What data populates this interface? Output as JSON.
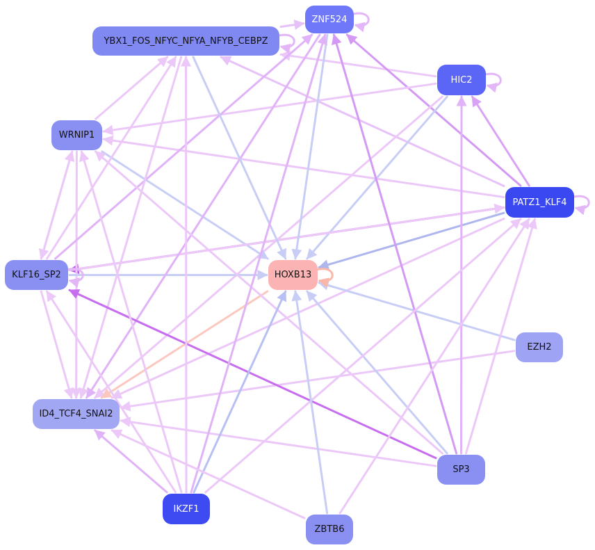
{
  "nodes": [
    {
      "id": "ZNF524",
      "label": "ZNF524",
      "color": "#6e78f8",
      "text_color": "#ffffff"
    },
    {
      "id": "YBX1",
      "label": "YBX1_FOS_NFYC_NFYA_NFYB_CEBPZ",
      "color": "#8088f2",
      "text_color": "#111111"
    },
    {
      "id": "HIC2",
      "label": "HIC2",
      "color": "#5c66f6",
      "text_color": "#ffffff"
    },
    {
      "id": "WRNIP1",
      "label": "WRNIP1",
      "color": "#8a90f2",
      "text_color": "#111111"
    },
    {
      "id": "PATZ1_KLF4",
      "label": "PATZ1_KLF4",
      "color": "#3a48f2",
      "text_color": "#ffffff"
    },
    {
      "id": "KLF16_SP2",
      "label": "KLF16_SP2",
      "color": "#8a90f2",
      "text_color": "#111111"
    },
    {
      "id": "HOXB13",
      "label": "HOXB13",
      "color": "#fbb3b3",
      "text_color": "#111111"
    },
    {
      "id": "EZH2",
      "label": "EZH2",
      "color": "#9ea3f4",
      "text_color": "#111111"
    },
    {
      "id": "ID4",
      "label": "ID4_TCF4_SNAI2",
      "color": "#a2a7f4",
      "text_color": "#111111"
    },
    {
      "id": "SP3",
      "label": "SP3",
      "color": "#8a90f2",
      "text_color": "#111111"
    },
    {
      "id": "IKZF1",
      "label": "IKZF1",
      "color": "#3e4af2",
      "text_color": "#ffffff"
    },
    {
      "id": "ZBTB6",
      "label": "ZBTB6",
      "color": "#8a90f2",
      "text_color": "#111111"
    }
  ],
  "edges": [
    {
      "from": "YBX1",
      "to": "ZNF524",
      "color": "#e7c2f8"
    },
    {
      "from": "HIC2",
      "to": "YBX1",
      "color": "#ecc8f8"
    },
    {
      "from": "PATZ1_KLF4",
      "to": "YBX1",
      "color": "#e7c2f8"
    },
    {
      "from": "PATZ1_KLF4",
      "to": "ZNF524",
      "color": "#d399f4"
    },
    {
      "from": "PATZ1_KLF4",
      "to": "HIC2",
      "color": "#d9a2f6"
    },
    {
      "from": "PATZ1_KLF4",
      "to": "WRNIP1",
      "color": "#ecc8f8"
    },
    {
      "from": "PATZ1_KLF4",
      "to": "KLF16_SP2",
      "color": "#c057ee"
    },
    {
      "from": "PATZ1_KLF4",
      "to": "HOXB13",
      "color": "#aeb6ee"
    },
    {
      "from": "PATZ1_KLF4",
      "to": "ID4",
      "color": "#ecc8f8"
    },
    {
      "from": "HIC2",
      "to": "WRNIP1",
      "color": "#ecc8f8"
    },
    {
      "from": "HIC2",
      "to": "HOXB13",
      "color": "#c7cdf5"
    },
    {
      "from": "HIC2",
      "to": "ID4",
      "color": "#ecc8f8"
    },
    {
      "from": "WRNIP1",
      "to": "HOXB13",
      "color": "#c7cdf5"
    },
    {
      "from": "WRNIP1",
      "to": "ID4",
      "color": "#ecc8f8"
    },
    {
      "from": "WRNIP1",
      "to": "KLF16_SP2",
      "color": "#ecc8f8"
    },
    {
      "from": "WRNIP1",
      "to": "YBX1",
      "color": "#ecc8f8"
    },
    {
      "from": "KLF16_SP2",
      "to": "HOXB13",
      "color": "#c7cdf5"
    },
    {
      "from": "KLF16_SP2",
      "to": "ZNF524",
      "color": "#e0b2f8"
    },
    {
      "from": "KLF16_SP2",
      "to": "YBX1",
      "color": "#ecc8f8"
    },
    {
      "from": "KLF16_SP2",
      "to": "WRNIP1",
      "color": "#ecc8f8"
    },
    {
      "from": "KLF16_SP2",
      "to": "ID4",
      "color": "#ecc8f8"
    },
    {
      "from": "KLF16_SP2",
      "to": "PATZ1_KLF4",
      "color": "#ecc8f8"
    },
    {
      "from": "ZNF524",
      "to": "HOXB13",
      "color": "#c7cdf5"
    },
    {
      "from": "ZNF524",
      "to": "ID4",
      "color": "#e0b2f8"
    },
    {
      "from": "YBX1",
      "to": "HOXB13",
      "color": "#c7cdf5"
    },
    {
      "from": "YBX1",
      "to": "ID4",
      "color": "#ecc8f8"
    },
    {
      "from": "HOXB13",
      "to": "ID4",
      "color": "#fbc8c0"
    },
    {
      "from": "EZH2",
      "to": "HOXB13",
      "color": "#c7cdf5"
    },
    {
      "from": "EZH2",
      "to": "ID4",
      "color": "#ecc8f8"
    },
    {
      "from": "SP3",
      "to": "HOXB13",
      "color": "#c7cdf5"
    },
    {
      "from": "SP3",
      "to": "KLF16_SP2",
      "color": "#c76df0"
    },
    {
      "from": "SP3",
      "to": "ZNF524",
      "color": "#d399f4"
    },
    {
      "from": "SP3",
      "to": "HIC2",
      "color": "#e0b2f8"
    },
    {
      "from": "SP3",
      "to": "PATZ1_KLF4",
      "color": "#ecc8f8"
    },
    {
      "from": "SP3",
      "to": "ID4",
      "color": "#ecc8f8"
    },
    {
      "from": "SP3",
      "to": "WRNIP1",
      "color": "#ecc8f8"
    },
    {
      "from": "IKZF1",
      "to": "HOXB13",
      "color": "#b7bff3"
    },
    {
      "from": "IKZF1",
      "to": "ZNF524",
      "color": "#e0b2f8"
    },
    {
      "from": "IKZF1",
      "to": "ID4",
      "color": "#e0b2f8"
    },
    {
      "from": "IKZF1",
      "to": "YBX1",
      "color": "#ecc8f8"
    },
    {
      "from": "IKZF1",
      "to": "WRNIP1",
      "color": "#ecc8f8"
    },
    {
      "from": "IKZF1",
      "to": "KLF16_SP2",
      "color": "#ecc8f8"
    },
    {
      "from": "IKZF1",
      "to": "PATZ1_KLF4",
      "color": "#ecc8f8"
    },
    {
      "from": "ZBTB6",
      "to": "HOXB13",
      "color": "#c7cdf5"
    },
    {
      "from": "ZBTB6",
      "to": "PATZ1_KLF4",
      "color": "#ecc8f8"
    },
    {
      "from": "ZBTB6",
      "to": "ID4",
      "color": "#ecc8f8"
    }
  ],
  "self_loops": [
    "ZNF524",
    "YBX1",
    "HIC2",
    "PATZ1_KLF4",
    "KLF16_SP2",
    "HOXB13"
  ]
}
